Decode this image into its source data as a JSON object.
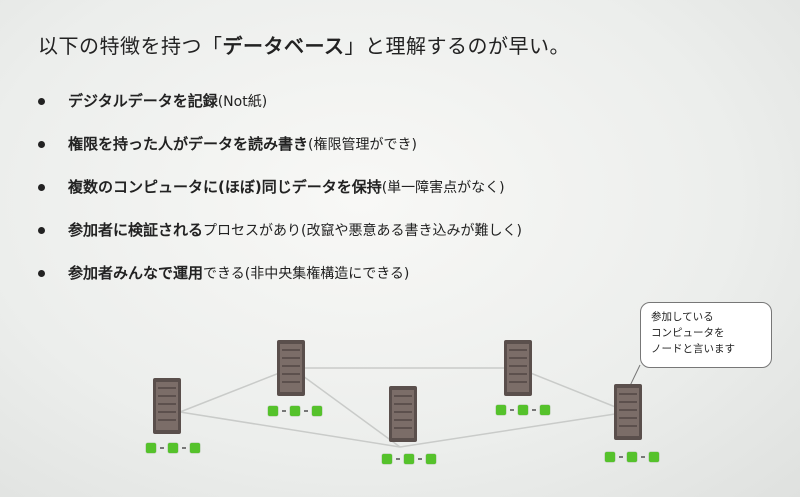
{
  "title": {
    "prefix": "以下の特徴を持つ「",
    "keyword": "データベース",
    "suffix": "」と理解するのが早い。"
  },
  "bullets": [
    {
      "bold": "デジタルデータを記録",
      "normal": "(Not紙)"
    },
    {
      "bold": "権限を持った人がデータを読み書き",
      "normal": "(権限管理ができ)"
    },
    {
      "bold": "複数のコンピュータに(ほぼ)同じデータを保持",
      "normal": "(単一障害点がなく)"
    },
    {
      "bold": "参加者に検証される",
      "normal": "プロセスがあり(改竄や悪意ある書き込みが難しく)"
    },
    {
      "bold": "参加者みんなで運用",
      "normal": "できる(非中央集権構造にできる)"
    }
  ],
  "callout": {
    "line1": "参加している",
    "line2": "コンピュータを",
    "line3": "ノードと言います"
  },
  "colors": {
    "node_indicator": "#55c22b",
    "server_body": "#5a4f4c",
    "connection_line": "#c9cbc9"
  },
  "icons": [
    "server-icon",
    "node-status-icon"
  ]
}
